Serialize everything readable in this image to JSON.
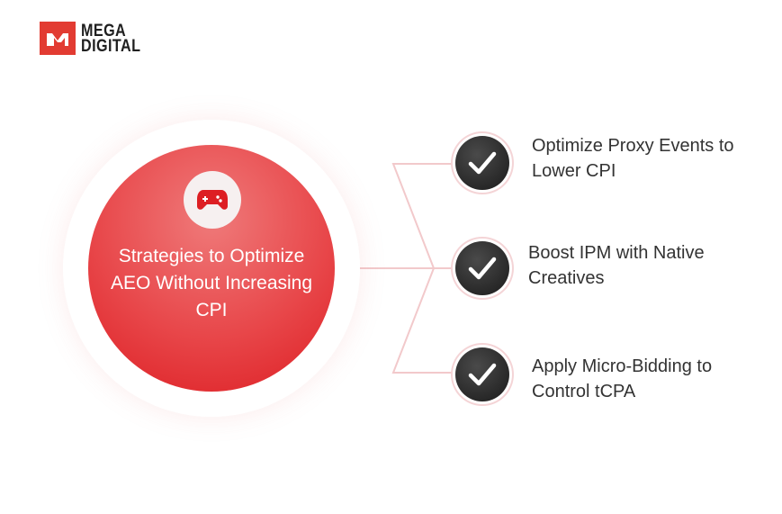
{
  "logo": {
    "mark": "m",
    "line1": "MEGA",
    "line2": "DIGITAL"
  },
  "center": {
    "title": "Strategies to Optimize AEO Without Increasing CPI",
    "icon": "gamepad-icon"
  },
  "items": [
    {
      "text": "Optimize Proxy Events to Lower CPI",
      "icon": "check-icon"
    },
    {
      "text": "Boost IPM with Native Creatives",
      "icon": "check-icon"
    },
    {
      "text": "Apply Micro-Bidding to Control tCPA",
      "icon": "check-icon"
    }
  ],
  "colors": {
    "accent": "#e23b32",
    "dark": "#222222",
    "line": "#f2c9cb"
  }
}
